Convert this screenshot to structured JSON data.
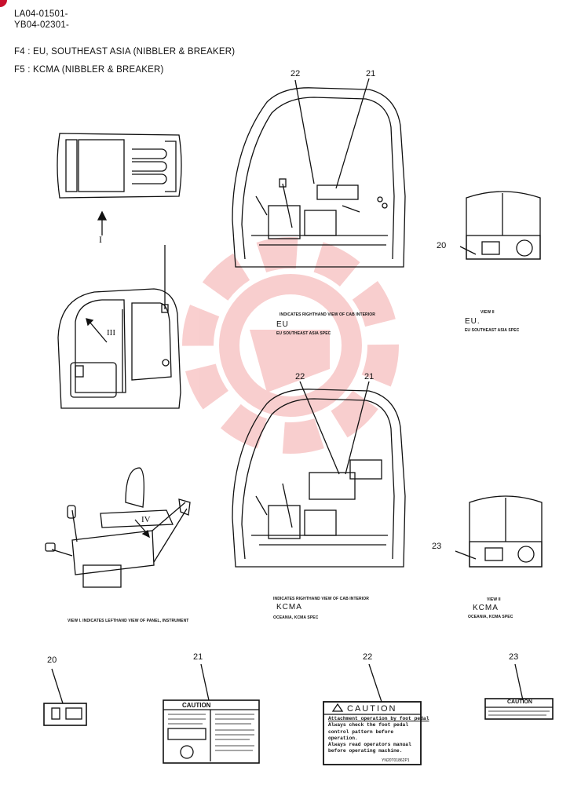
{
  "header": {
    "serial_1": "LA04-01501-",
    "serial_2": "YB04-02301-",
    "variant_f4": "F4 : EU, SOUTHEAST ASIA  (NIBBLER & BREAKER)",
    "variant_f5": "F5 : KCMA (NIBBLER & BREAKER)"
  },
  "views": {
    "arrow_i": "I",
    "arrow_iii": "III",
    "arrow_iv": "IV",
    "eu_interior_caption": "INDICATES RIGHTHAND VIEW OF CAB INTERIOR",
    "eu_interior_region": "EU",
    "eu_interior_spec": "EU SOUTHEAST ASIA SPEC",
    "eu_view_caption": "VIEW II",
    "eu_view_region": "EU.",
    "eu_view_spec": "EU SOUTHEAST ASIA SPEC",
    "kcma_interior_caption": "INDICATES RIGHTHAND VIEW OF CAB INTERIOR",
    "kcma_interior_region": "KCMA",
    "kcma_interior_spec": "OCEANIA, KCMA SPEC",
    "kcma_view_caption": "VIEW II",
    "kcma_view_region": "KCMA",
    "kcma_view_spec": "OCEANIA, KCMA SPEC",
    "view_i_caption": "VIEW I.  INDICATES LEFTHAND VIEW OF PANEL, INSTRUMENT"
  },
  "callouts": {
    "eu_22": "22",
    "eu_21": "21",
    "eu_20": "20",
    "kcma_22": "22",
    "kcma_21": "21",
    "kcma_23": "23"
  },
  "labels": {
    "l20": {
      "number": "20"
    },
    "l21": {
      "number": "21",
      "title": "CAUTION"
    },
    "l22": {
      "number": "22",
      "title": "CAUTION",
      "lines": [
        "Attachment operation by foot pedal",
        "Always check the foot pedal",
        "control pattern before",
        "operation.",
        "Always read operators manual",
        "before operating machine."
      ],
      "part_no": "YN20T01862P1"
    },
    "l23": {
      "number": "23",
      "title": "CAUTION"
    }
  },
  "watermark": {
    "color": "#f4a7a7"
  }
}
